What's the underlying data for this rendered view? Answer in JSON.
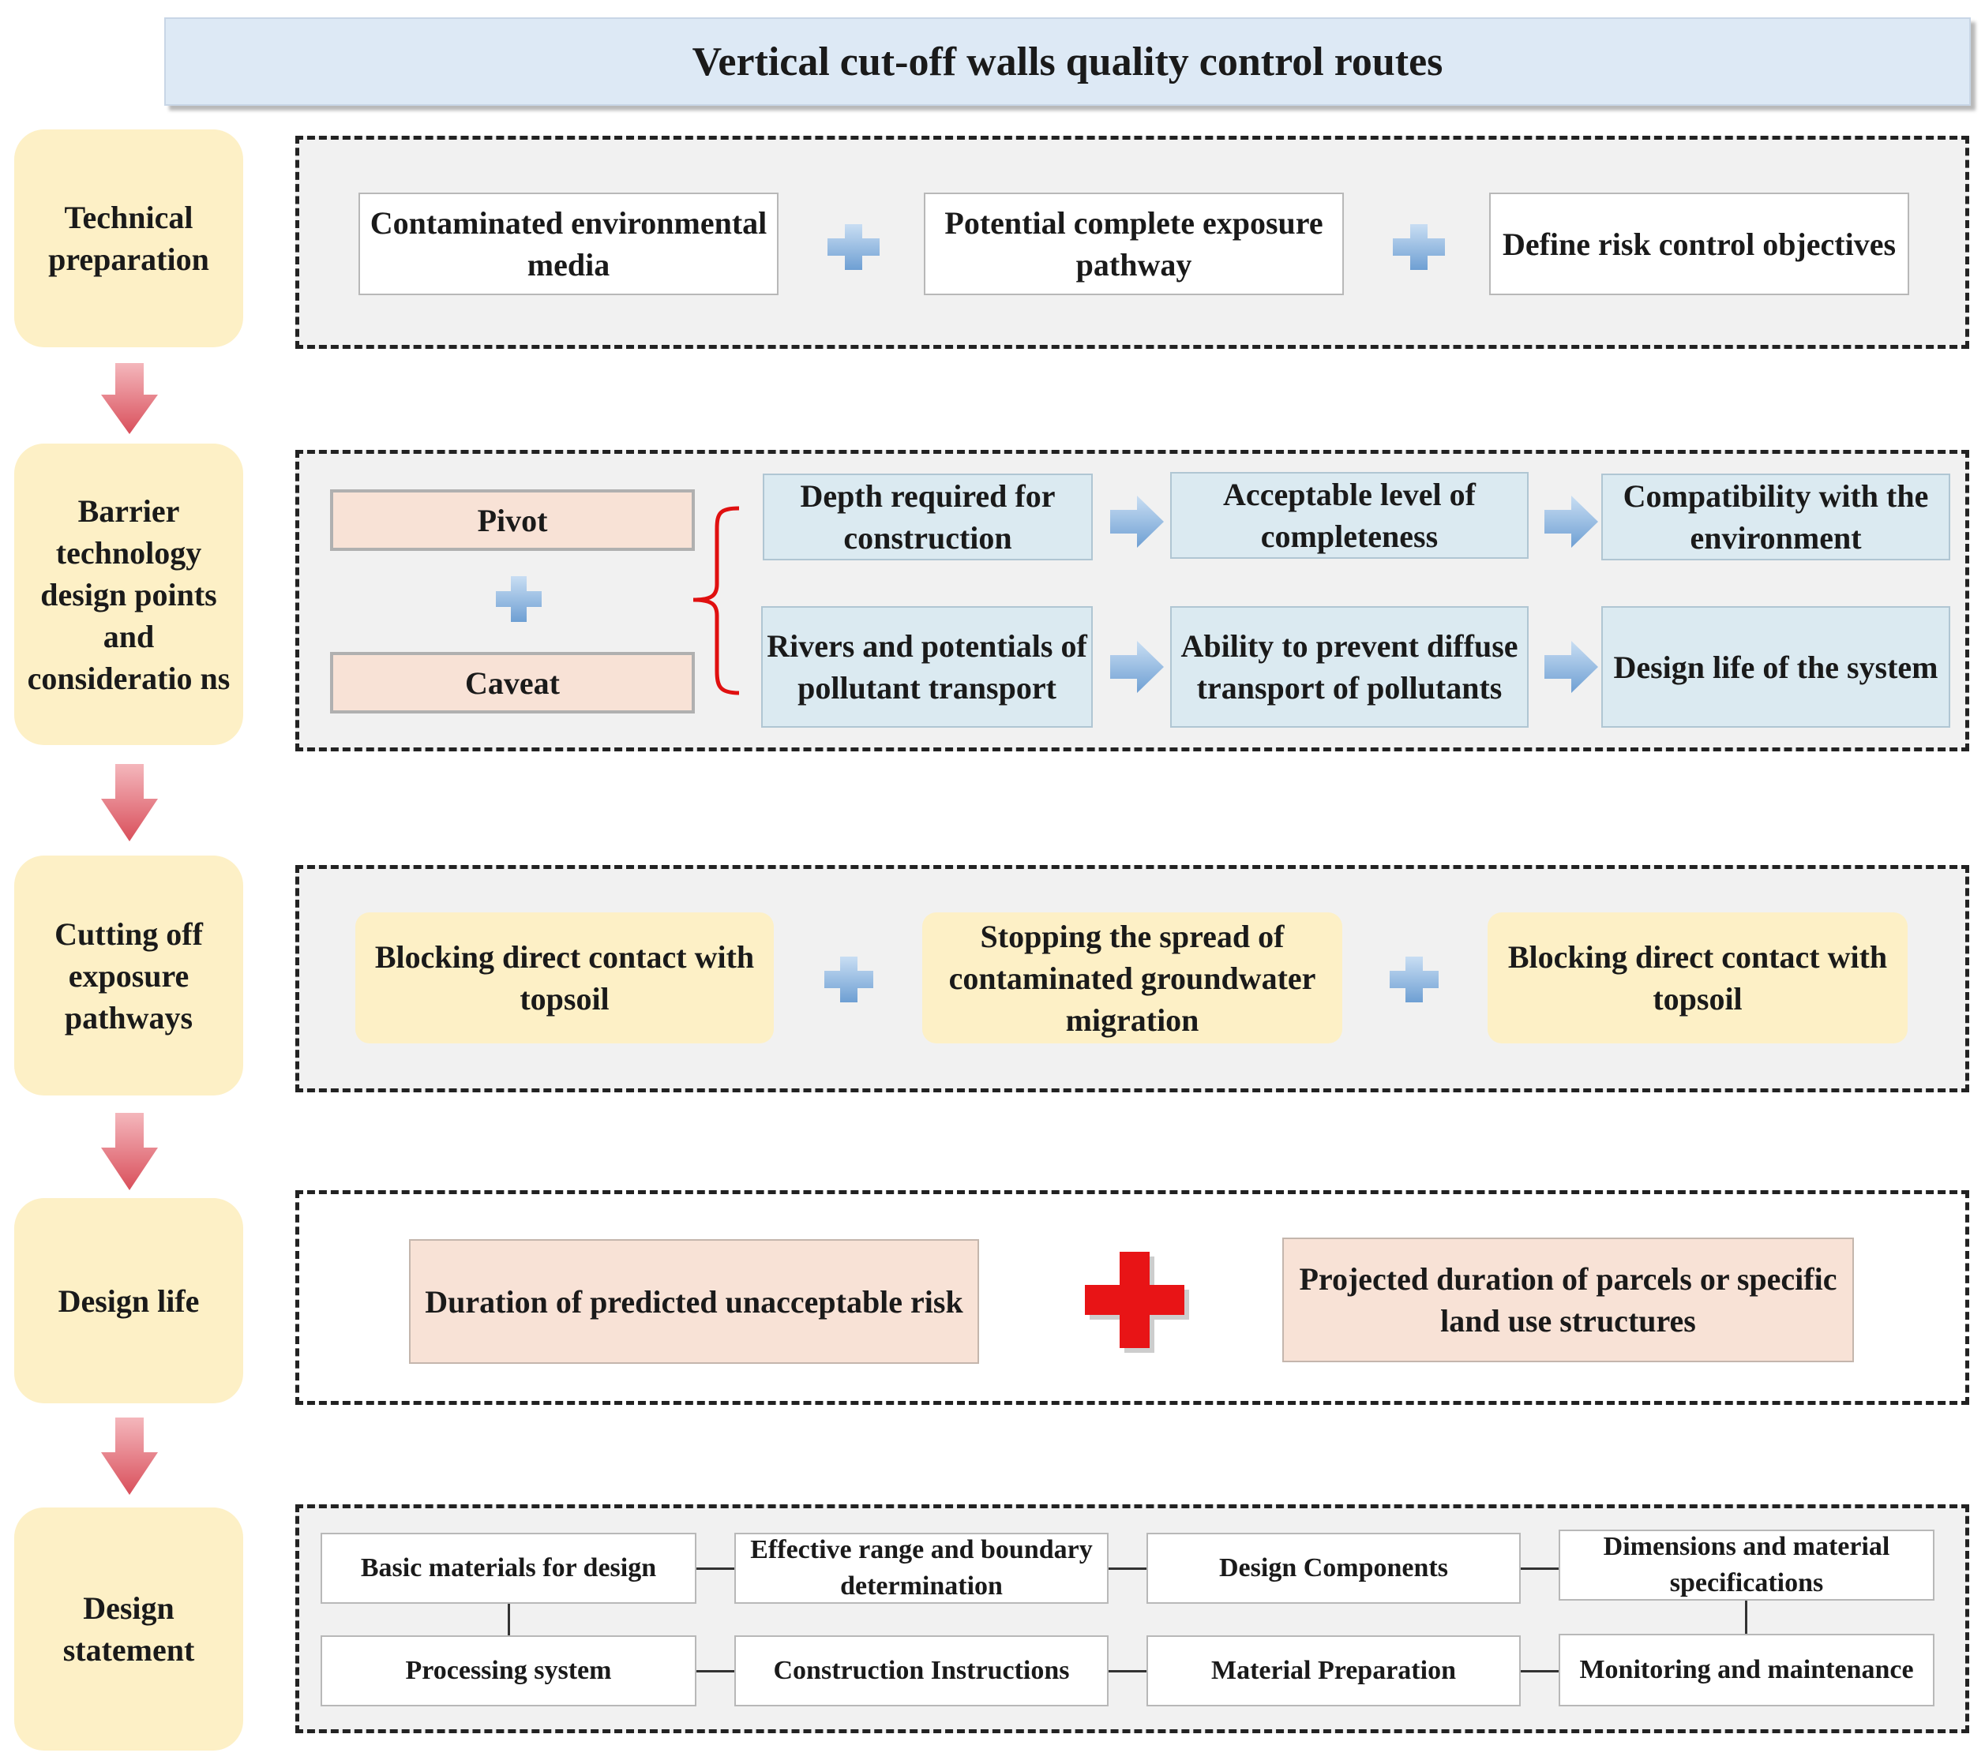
{
  "title": "Vertical cut-off walls quality control routes",
  "stages": [
    {
      "label": "Technical preparation"
    },
    {
      "label": "Barrier technology design points and consideratio ns"
    },
    {
      "label": "Cutting off exposure pathways"
    },
    {
      "label": "Design life"
    },
    {
      "label": "Design statement"
    }
  ],
  "technical_preparation": {
    "boxes": [
      "Contaminated environmental media",
      "Potential complete exposure pathway",
      "Define risk control objectives"
    ]
  },
  "barrier_design": {
    "pivot": "Pivot",
    "caveat": "Caveat",
    "row1": [
      "Depth required for construction",
      "Acceptable level of completeness",
      "Compatibility with the environment"
    ],
    "row2": [
      "Rivers and potentials of pollutant transport",
      "Ability to prevent diffuse transport of pollutants",
      "Design life of the system"
    ]
  },
  "cutting_off": {
    "boxes": [
      "Blocking direct contact with topsoil",
      "Stopping the spread of contaminated groundwater migration",
      "Blocking direct contact with topsoil"
    ]
  },
  "design_life": {
    "boxes": [
      "Duration of predicted unacceptable risk",
      "Projected duration of parcels or specific land use structures"
    ]
  },
  "design_statement": {
    "row1": [
      "Basic materials for design",
      "Effective range and boundary determination",
      "Design Components",
      "Dimensions and material specifications"
    ],
    "row2": [
      "Processing system",
      "Construction Instructions",
      "Material Preparation",
      "Monitoring and maintenance"
    ]
  },
  "colors": {
    "stage_fill": "#fdf0c6",
    "title_fill": "#dde9f5",
    "blue_box": "#dbeaf1",
    "peach_box": "#f8e2d6",
    "down_arrow": "#e0656e",
    "plus_blue": "#8fb8e0",
    "plus_red": "#e81416",
    "bracket_red": "#e01010"
  }
}
